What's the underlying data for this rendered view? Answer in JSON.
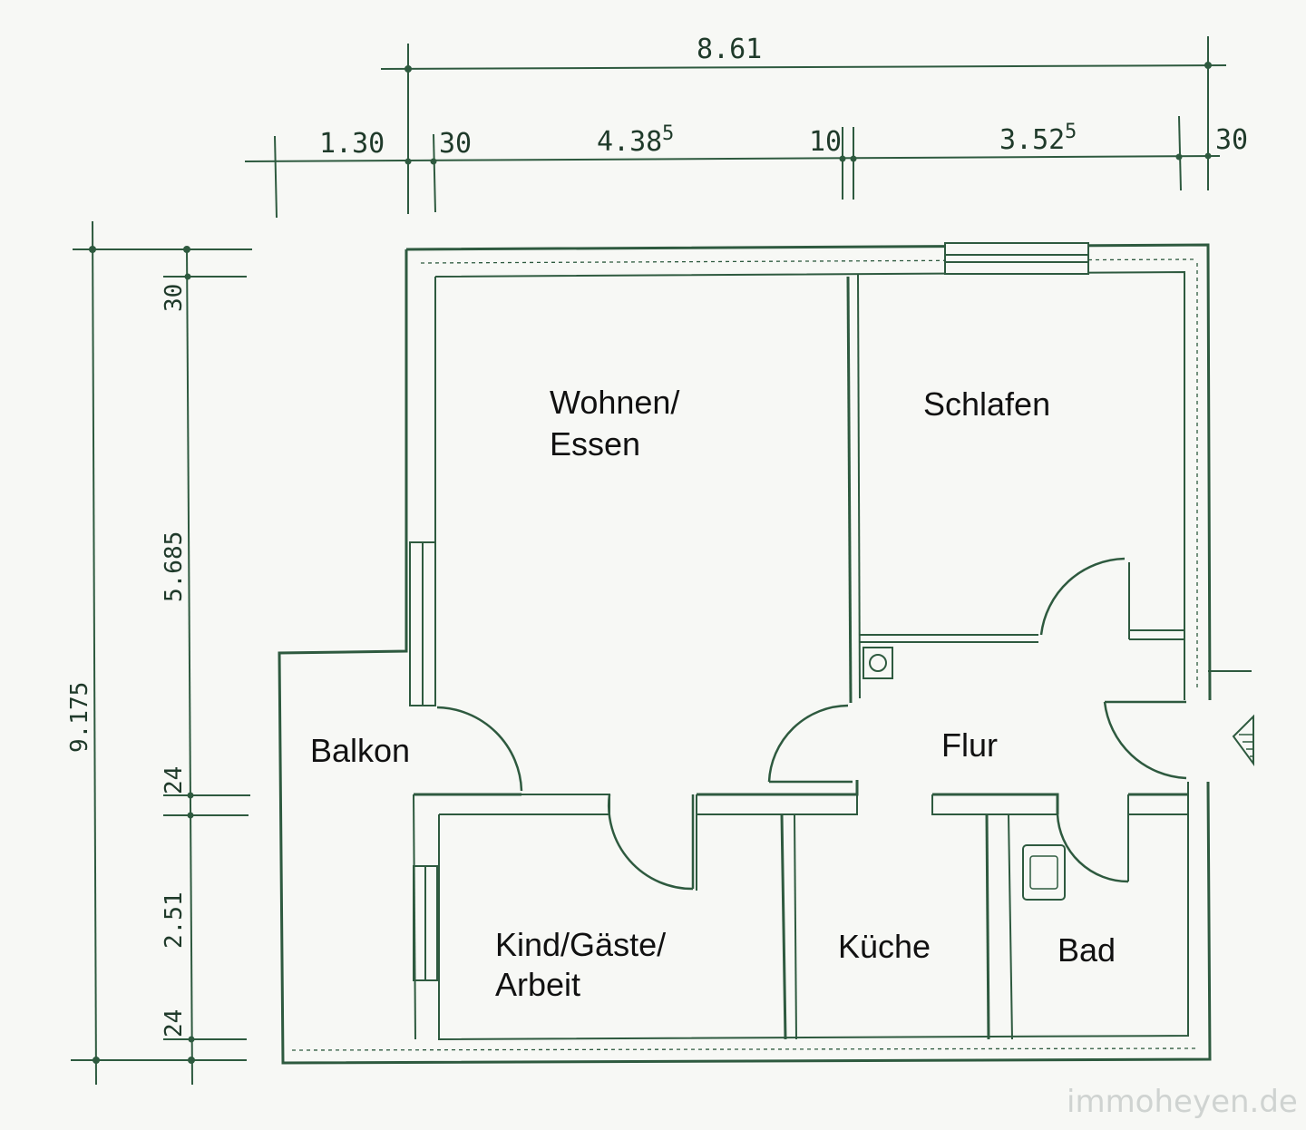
{
  "rooms": {
    "wohnen_line1": "Wohnen/",
    "wohnen_line2": "Essen",
    "schlafen": "Schlafen",
    "balkon": "Balkon",
    "flur": "Flur",
    "kind_line1": "Kind/Gäste/",
    "kind_line2": "Arbeit",
    "kueche": "Küche",
    "bad": "Bad"
  },
  "dimensions": {
    "top_total": "8.61",
    "top_seg_1": "1.30",
    "top_seg_2": "30",
    "top_seg_3_main": "4.38",
    "top_seg_3_sup": "5",
    "top_seg_4": "10",
    "top_seg_5_main": "3.52",
    "top_seg_5_sup": "5",
    "top_seg_6": "30",
    "left_total": "9.175",
    "left_seg_1": "30",
    "left_seg_2": "5.685",
    "left_seg_3": "24",
    "left_seg_4": "2.51",
    "left_seg_5": "24"
  },
  "watermark": "immoheyen.de",
  "colors": {
    "line": "#2e5a3f",
    "paper": "#f7f8f5",
    "text": "#111111"
  }
}
